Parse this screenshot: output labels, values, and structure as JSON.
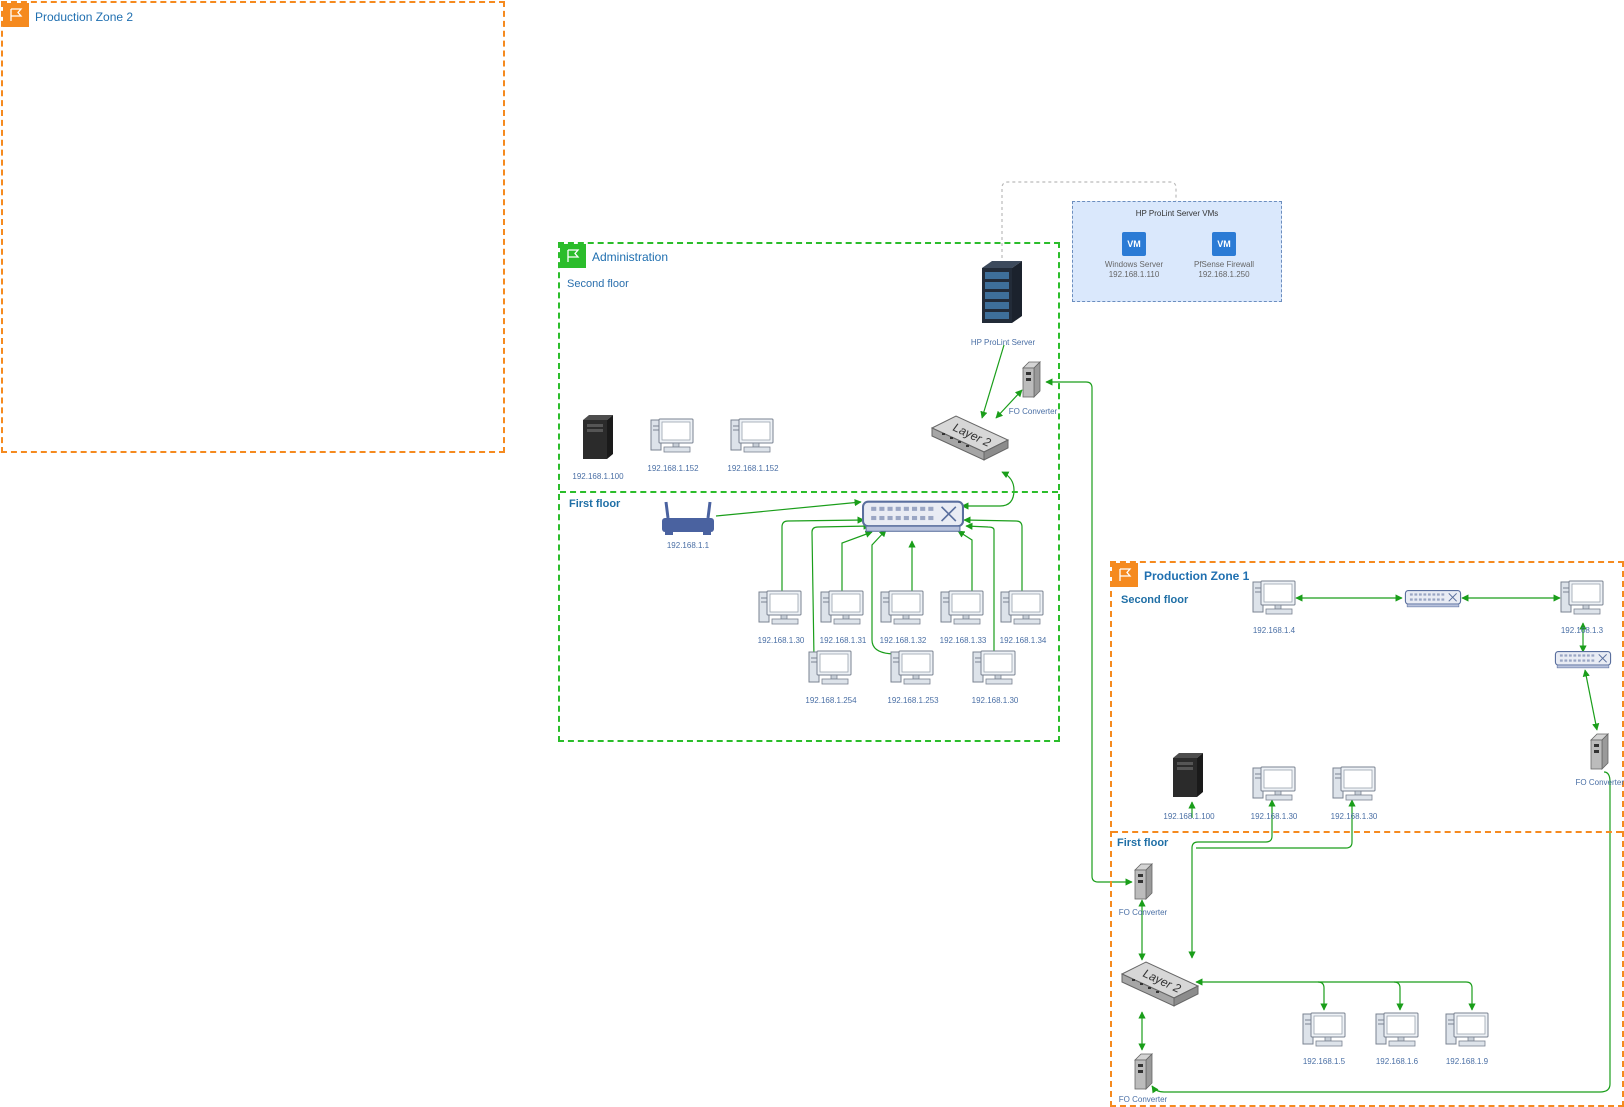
{
  "zones": {
    "pz2": {
      "title": "Production Zone 2"
    },
    "admin": {
      "title": "Administration",
      "floors": {
        "second": "Second floor",
        "first": "First floor"
      }
    },
    "pz1": {
      "title": "Production Zone 1",
      "floors": {
        "second": "Second floor",
        "first": "First floor"
      }
    }
  },
  "vm_group": {
    "title": "HP ProLint Server VMs",
    "vms": [
      {
        "badge": "VM",
        "name": "Windows Server",
        "ip": "192.168.1.110"
      },
      {
        "badge": "VM",
        "name": "PfSense Firewall",
        "ip": "192.168.1.250"
      }
    ]
  },
  "devices": {
    "hp_server": "HP ProLint Server",
    "admin_fo": "FO Converter",
    "admin_layer2": "Layer 2",
    "admin_tower": "192.168.1.100",
    "admin_pc_1": "192.168.1.152",
    "admin_pc_2": "192.168.1.152",
    "router": "192.168.1.1",
    "pc_30": "192.168.1.30",
    "pc_31": "192.168.1.31",
    "pc_32": "192.168.1.32",
    "pc_33": "192.168.1.33",
    "pc_34": "192.168.1.34",
    "pc_254": "192.168.1.254",
    "pc_253": "192.168.1.253",
    "pc_30b": "192.168.1.30",
    "pz1_pc_4": "192.168.1.4",
    "pz1_pc_3": "192.168.1.3",
    "pz1_fo_right": "FO Converter",
    "pz1_tower": "192.168.1.100",
    "pz1_pc_30a": "192.168.1.30",
    "pz1_pc_30b": "192.168.1.30",
    "pz1_fo_top": "FO Converter",
    "pz1_layer2": "Layer 2",
    "pz1_pc_5": "192.168.1.5",
    "pz1_pc_6": "192.168.1.6",
    "pz1_pc_9": "192.168.1.9",
    "pz1_fo_bottom": "FO Converter"
  },
  "colors": {
    "orange_zone": "#f58a1f",
    "green_zone": "#2bbd2b",
    "link_green": "#1a9e1a",
    "vm_fill": "#dae8fc",
    "label_blue": "#4a6fa5"
  },
  "icons": {
    "zone_flag": "flag-icon",
    "computer": "desktop-computer-icon",
    "server_rack": "server-rack-icon",
    "tower": "tower-server-icon",
    "switch": "network-switch-icon",
    "router": "wireless-router-icon",
    "fo_converter": "fiber-converter-icon",
    "layer2": "layer2-switch-icon",
    "vm": "virtual-machine-icon"
  }
}
